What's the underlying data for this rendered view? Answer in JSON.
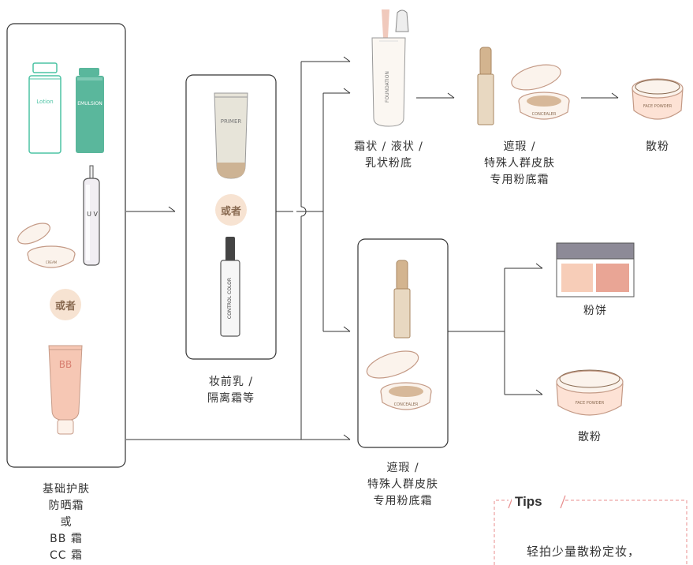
{
  "steps": {
    "base": {
      "caption": [
        "基础护肤",
        "防晒霜",
        "或",
        "BB 霜",
        "CC 霜"
      ],
      "or_badge": "或者",
      "labels": {
        "lotion": "Lotion",
        "emulsion": "EMULSION",
        "uv": "U V",
        "cream": "CREAM",
        "bb": "BB"
      }
    },
    "primer": {
      "caption": [
        "妆前乳 /",
        "隔离霜等"
      ],
      "or_badge": "或者",
      "labels": {
        "primer": "PRIMER",
        "control_color": "CONTROL COLOR"
      }
    },
    "foundation": {
      "caption": [
        "霜状 / 液状 /",
        "乳状粉底"
      ],
      "labels": {
        "foundation": "FOUNDATION"
      }
    },
    "concealer_top": {
      "caption": [
        "遮瑕 /",
        "特殊人群皮肤",
        "专用粉底霜"
      ],
      "labels": {
        "concealer": "CONCEALER"
      }
    },
    "powder_top": {
      "caption": [
        "散粉"
      ],
      "labels": {
        "face_powder": "FACE POWDER"
      }
    },
    "concealer_bottom": {
      "caption": [
        "遮瑕 /",
        "特殊人群皮肤",
        "专用粉底霜"
      ],
      "labels": {
        "concealer": "CONCEALER"
      }
    },
    "pressed_powder": {
      "caption": [
        "粉饼"
      ]
    },
    "powder_bottom": {
      "caption": [
        "散粉"
      ],
      "labels": {
        "face_powder": "FACE POWDER"
      }
    }
  },
  "tips": {
    "title": "Tips",
    "text": "轻拍少量散粉定妆，"
  },
  "colors": {
    "line": "#333333",
    "box": "#333333",
    "lotion": "#4cc3a4",
    "emulsion": "#5ab79c",
    "bb": "#f6c7b4",
    "badge_bg": "#f7e3d2",
    "tips_border": "#e88c8c",
    "beige": "#cdb394",
    "powder_rim": "#c49a86"
  }
}
